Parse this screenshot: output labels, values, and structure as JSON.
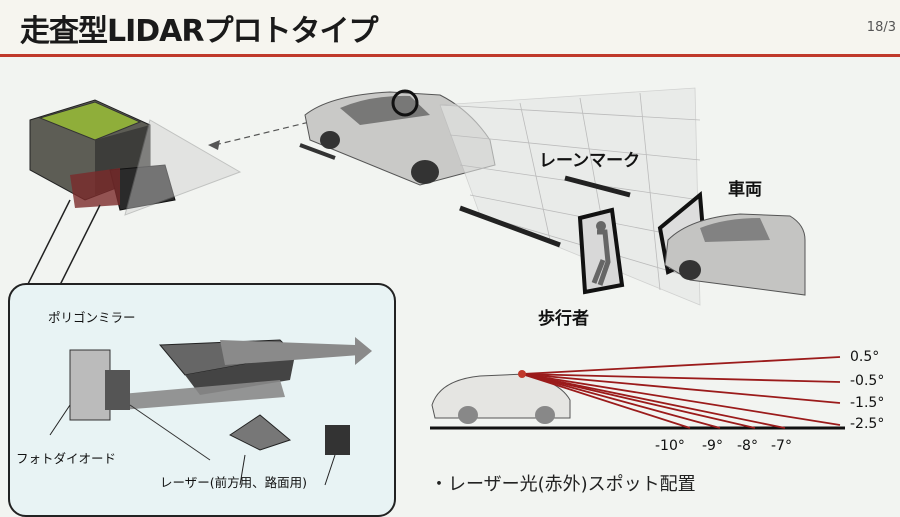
{
  "slide": {
    "title": "走査型LIDARプロトタイプ",
    "page_number": "18/3"
  },
  "labels": {
    "lane_mark": "レーンマーク",
    "vehicle": "車両",
    "pedestrian": "歩行者",
    "polygon_mirror": "ポリゴンミラー",
    "photodiode": "フォトダイオード",
    "laser": "レーザー(前方用、路面用)",
    "footer_partial": "・レーザー光(赤外)スポット配置"
  },
  "vertical_angles": [
    "0.5°",
    "-0.5°",
    "-1.5°",
    "-2.5°"
  ],
  "horizontal_angles": [
    "-10°",
    "-9°",
    "-8°",
    "-7°"
  ],
  "colors": {
    "accent_red": "#c0392b",
    "beam_red": "#9b1b1b",
    "arrow_gray": "#8a8a8a"
  }
}
